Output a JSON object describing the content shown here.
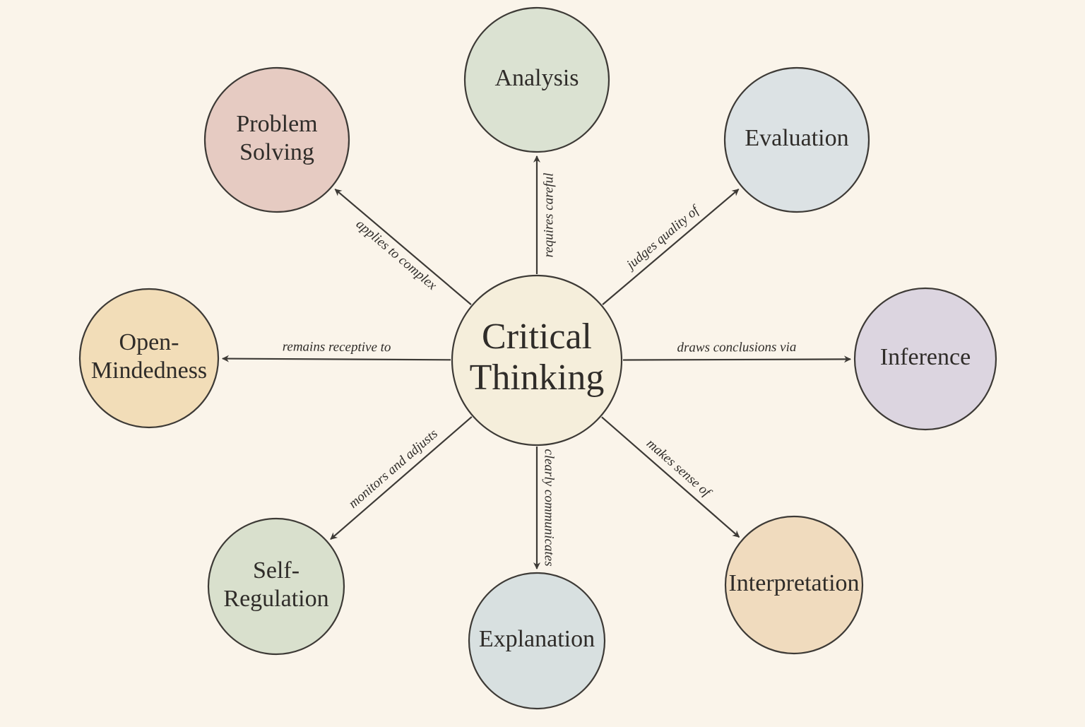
{
  "center": {
    "lines": [
      "Critical",
      "Thinking"
    ],
    "fill": "#f5eedb"
  },
  "nodes": [
    {
      "id": "analysis",
      "lines": [
        "Analysis"
      ],
      "fill": "#dbe2d2"
    },
    {
      "id": "evaluation",
      "lines": [
        "Evaluation"
      ],
      "fill": "#dce2e4"
    },
    {
      "id": "inference",
      "lines": [
        "Inference"
      ],
      "fill": "#dcd5e0"
    },
    {
      "id": "interpretation",
      "lines": [
        "Interpretation"
      ],
      "fill": "#f0dbbe"
    },
    {
      "id": "explanation",
      "lines": [
        "Explanation"
      ],
      "fill": "#d8e0e0"
    },
    {
      "id": "self-regulation",
      "lines": [
        "Self-",
        "Regulation"
      ],
      "fill": "#d9e0cd"
    },
    {
      "id": "open-mindedness",
      "lines": [
        "Open-",
        "Mindedness"
      ],
      "fill": "#f2ddb8"
    },
    {
      "id": "problem-solving",
      "lines": [
        "Problem",
        "Solving"
      ],
      "fill": "#e6cbc2"
    }
  ],
  "edges": [
    {
      "to": "analysis",
      "label": "requires careful"
    },
    {
      "to": "evaluation",
      "label": "judges quality of"
    },
    {
      "to": "inference",
      "label": "draws conclusions via"
    },
    {
      "to": "interpretation",
      "label": "makes sense of"
    },
    {
      "to": "explanation",
      "label": "clearly communicates"
    },
    {
      "to": "self-regulation",
      "label": "monitors and adjusts"
    },
    {
      "to": "open-mindedness",
      "label": "remains receptive to"
    },
    {
      "to": "problem-solving",
      "label": "applies to complex"
    }
  ]
}
